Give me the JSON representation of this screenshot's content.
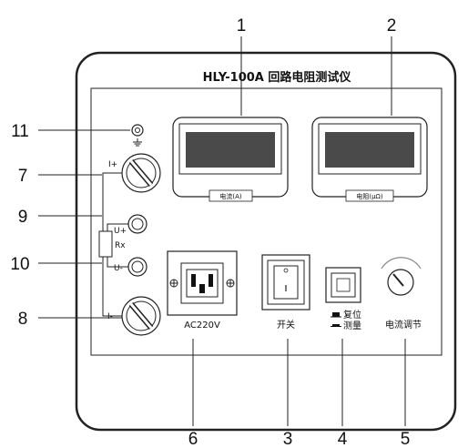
{
  "panel": {
    "title": "HLY-100A  回路电阻测试仪"
  },
  "displays": {
    "current_label": "电流(A)",
    "resistance_label": "电阻(μΩ)"
  },
  "terminals": {
    "i_plus": "I+",
    "u_plus": "U+",
    "u_minus": "U-",
    "i_minus": "I-",
    "rx": "Rx"
  },
  "controls": {
    "power_socket": "AC220V",
    "switch": "开关",
    "reset": "复位",
    "measure": "测量",
    "current_adjust": "电流调节"
  },
  "callouts": {
    "n1": "1",
    "n2": "2",
    "n3": "3",
    "n4": "4",
    "n5": "5",
    "n6": "6",
    "n7": "7",
    "n8": "8",
    "n9": "9",
    "n10": "10",
    "n11": "11"
  },
  "colors": {
    "lcd": "#4a4a4a",
    "line": "#222222"
  }
}
